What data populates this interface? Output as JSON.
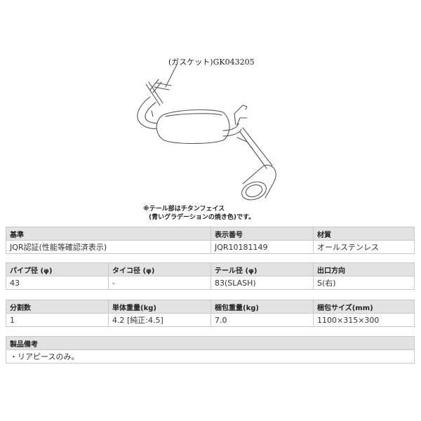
{
  "diagram": {
    "part_label": "(ガスケット)GK043205",
    "note_line1": "※テール部はチタンフェイス",
    "note_line2": "(青いグラデーションの焼き色)です。"
  },
  "table1": {
    "headers": [
      "基準",
      "表示番号",
      "材質"
    ],
    "values": [
      "JQR認証(性能等確認済表示)",
      "JQR10181149",
      "オールステンレス"
    ]
  },
  "table2": {
    "headers": [
      "パイプ径 (φ)",
      "タイコ径 (φ)",
      "テール径 (φ)",
      "出口方向"
    ],
    "values": [
      "43",
      "-",
      "83(SLASH)",
      "S(右)"
    ]
  },
  "table3": {
    "headers": [
      "分割数",
      "単体重量(kg)",
      "梱包重量(kg)",
      "梱包サイズ(mm)"
    ],
    "values": [
      "1",
      "4.2 [純正:4.5]",
      "7.0",
      "1100×315×300"
    ]
  },
  "table4": {
    "header": "製品備考",
    "value": "・リアピースのみ。"
  }
}
